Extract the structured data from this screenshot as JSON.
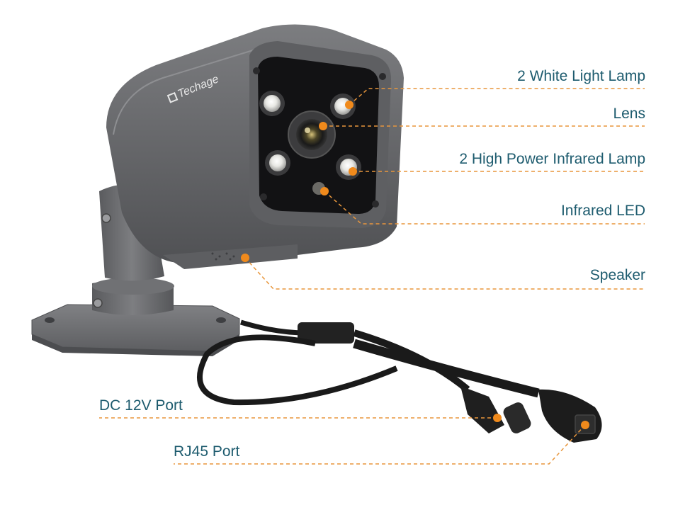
{
  "brand": {
    "logo_text": "Techage"
  },
  "colors": {
    "label_text": "#1d5b6e",
    "leader_line": "#e8963c",
    "dot": "#f08a1c",
    "camera_body": "#6c6d70",
    "camera_dark": "#4a4b4e",
    "face_black": "#121214",
    "cable": "#1a1a1a"
  },
  "callouts": [
    {
      "id": "white-light-lamp",
      "label": "2 White Light Lamp",
      "side": "right"
    },
    {
      "id": "lens",
      "label": "Lens",
      "side": "right"
    },
    {
      "id": "infrared-lamp",
      "label": "2 High Power Infrared Lamp",
      "side": "right"
    },
    {
      "id": "infrared-led",
      "label": "Infrared LED",
      "side": "right"
    },
    {
      "id": "speaker",
      "label": "Speaker",
      "side": "right"
    },
    {
      "id": "dc-port",
      "label": "DC 12V Port",
      "side": "left"
    },
    {
      "id": "rj45-port",
      "label": "RJ45 Port",
      "side": "left"
    }
  ]
}
